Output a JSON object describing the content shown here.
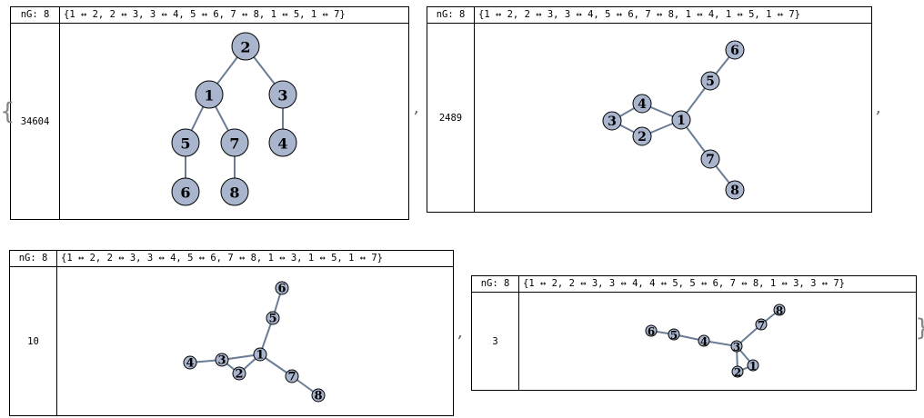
{
  "open_brace": "{",
  "close_brace": "}",
  "separator": ",",
  "panels": [
    {
      "header_label": "nG: 8",
      "edge_list": "{1 ↔ 2, 2 ↔ 3, 3 ↔ 4, 5 ↔ 6, 7 ↔ 8, 1 ↔ 5, 1 ↔ 7}",
      "count": "34604",
      "edges": [
        [
          1,
          2
        ],
        [
          2,
          3
        ],
        [
          3,
          4
        ],
        [
          5,
          6
        ],
        [
          7,
          8
        ],
        [
          1,
          5
        ],
        [
          1,
          7
        ]
      ]
    },
    {
      "header_label": "nG: 8",
      "edge_list": "{1 ↔ 2, 2 ↔ 3, 3 ↔ 4, 5 ↔ 6, 7 ↔ 8, 1 ↔ 4, 1 ↔ 5, 1 ↔ 7}",
      "count": "2489",
      "edges": [
        [
          1,
          2
        ],
        [
          2,
          3
        ],
        [
          3,
          4
        ],
        [
          5,
          6
        ],
        [
          7,
          8
        ],
        [
          1,
          4
        ],
        [
          1,
          5
        ],
        [
          1,
          7
        ]
      ]
    },
    {
      "header_label": "nG: 8",
      "edge_list": "{1 ↔ 2, 2 ↔ 3, 3 ↔ 4, 5 ↔ 6, 7 ↔ 8, 1 ↔ 3, 1 ↔ 5, 1 ↔ 7}",
      "count": "10",
      "edges": [
        [
          1,
          2
        ],
        [
          2,
          3
        ],
        [
          3,
          4
        ],
        [
          5,
          6
        ],
        [
          7,
          8
        ],
        [
          1,
          3
        ],
        [
          1,
          5
        ],
        [
          1,
          7
        ]
      ]
    },
    {
      "header_label": "nG: 8",
      "edge_list": "{1 ↔ 2, 2 ↔ 3, 3 ↔ 4, 4 ↔ 5, 5 ↔ 6, 7 ↔ 8, 1 ↔ 3, 3 ↔ 7}",
      "count": "3",
      "edges": [
        [
          1,
          2
        ],
        [
          2,
          3
        ],
        [
          3,
          4
        ],
        [
          4,
          5
        ],
        [
          5,
          6
        ],
        [
          7,
          8
        ],
        [
          1,
          3
        ],
        [
          3,
          7
        ]
      ]
    }
  ],
  "colors": {
    "node_fill": "#a8b5cd",
    "edge": "#6a7d97"
  }
}
